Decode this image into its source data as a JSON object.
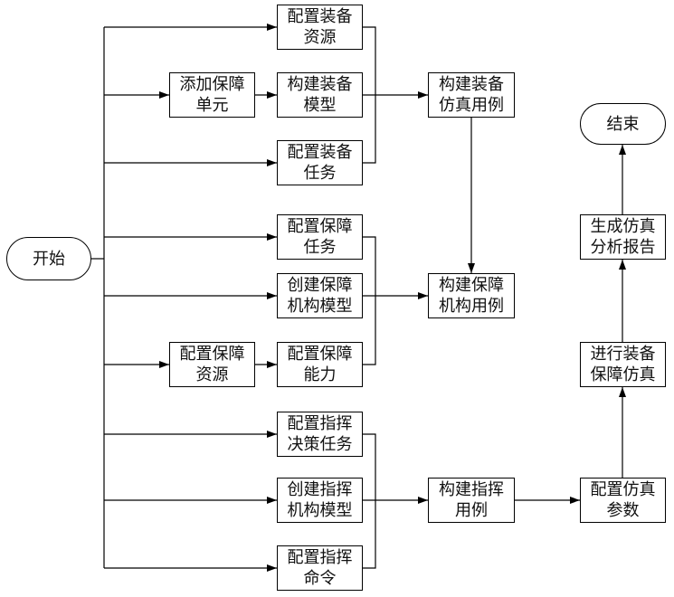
{
  "nodes": {
    "start": {
      "label": "开始"
    },
    "configure_equipment_resources": {
      "lines": [
        "配置装备",
        "资源"
      ]
    },
    "add_support_unit": {
      "lines": [
        "添加保障",
        "单元"
      ]
    },
    "build_equipment_model": {
      "lines": [
        "构建装备",
        "模型"
      ]
    },
    "configure_equipment_tasks": {
      "lines": [
        "配置装备",
        "任务"
      ]
    },
    "configure_support_tasks": {
      "lines": [
        "配置保障",
        "任务"
      ]
    },
    "create_support_org_model": {
      "lines": [
        "创建保障",
        "机构模型"
      ]
    },
    "configure_support_resources": {
      "lines": [
        "配置保障",
        "资源"
      ]
    },
    "configure_support_capability": {
      "lines": [
        "配置保障",
        "能力"
      ]
    },
    "configure_command_decision_tasks": {
      "lines": [
        "配置指挥",
        "决策任务"
      ]
    },
    "create_command_org_model": {
      "lines": [
        "创建指挥",
        "机构模型"
      ]
    },
    "configure_command_orders": {
      "lines": [
        "配置指挥",
        "命令"
      ]
    },
    "build_equipment_sim_case": {
      "lines": [
        "构建装备",
        "仿真用例"
      ]
    },
    "build_support_org_case": {
      "lines": [
        "构建保障",
        "机构用例"
      ]
    },
    "build_command_case": {
      "lines": [
        "构建指挥",
        "用例"
      ]
    },
    "configure_sim_params": {
      "lines": [
        "配置仿真",
        "参数"
      ]
    },
    "run_equipment_support_sim": {
      "lines": [
        "进行装备",
        "保障仿真"
      ]
    },
    "generate_sim_report": {
      "lines": [
        "生成仿真",
        "分析报告"
      ]
    },
    "end": {
      "label": "结束"
    }
  },
  "colors": {
    "line": "#000000",
    "border": "#000000",
    "background": "#ffffff"
  }
}
